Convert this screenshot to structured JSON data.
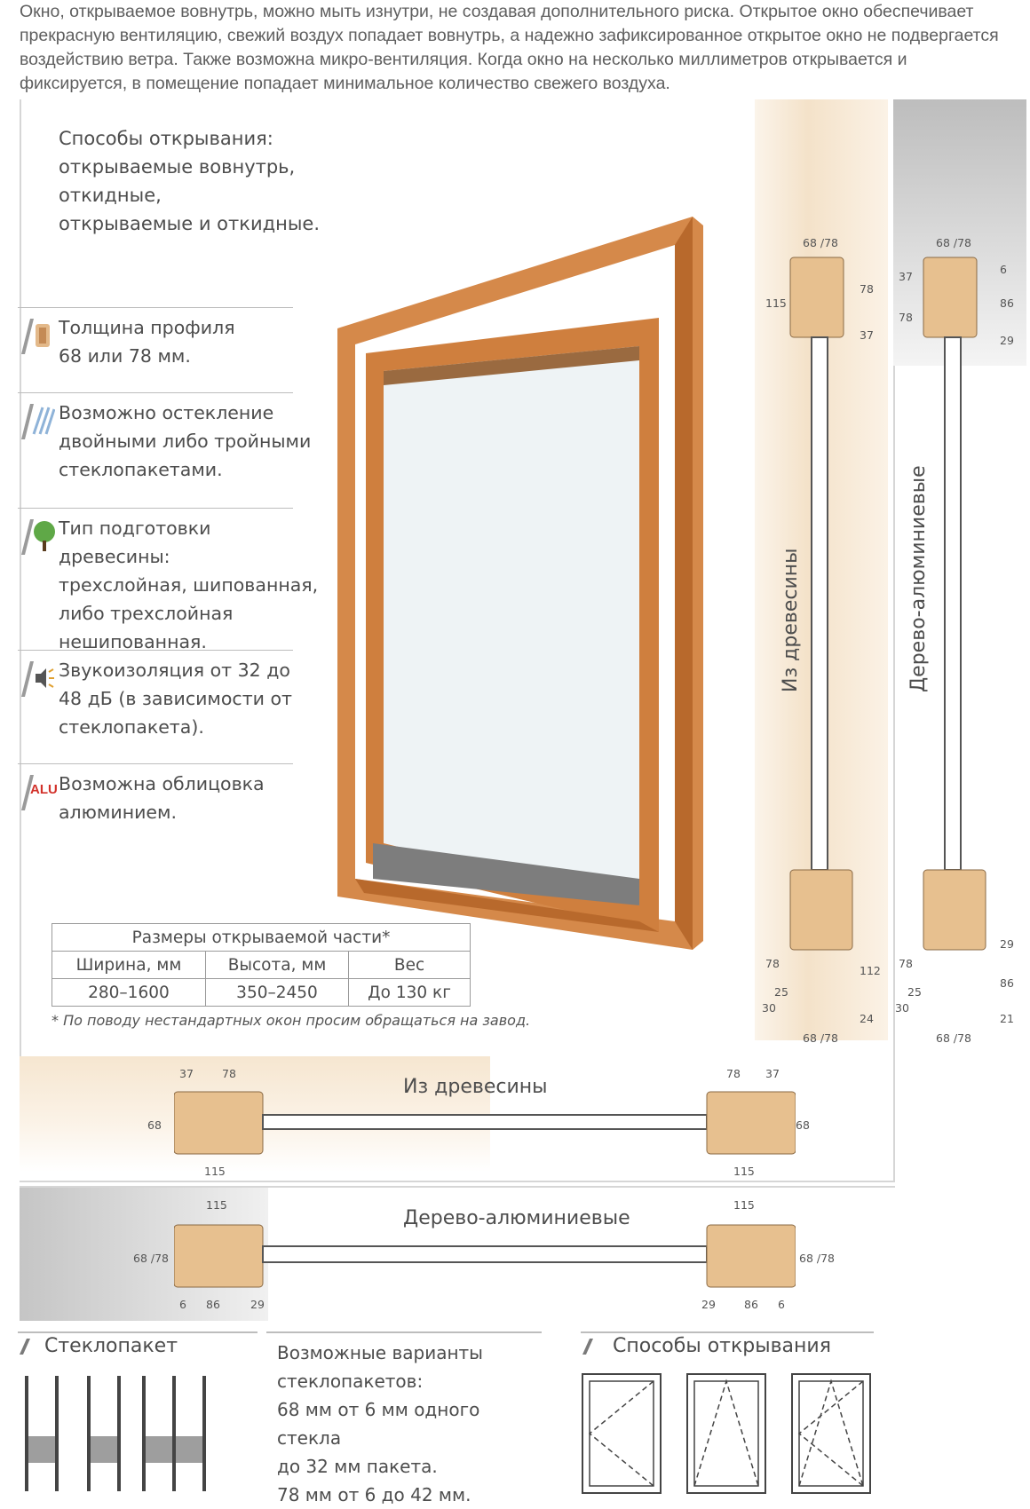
{
  "intro": "Окно, открываемое вовнутрь, можно мыть изнутри, не создавая дополнительного риска. Открытое окно обеспечивает прекрасную вентиляцию, свежий воздух попадает вовнутрь, а надежно зафиксированное открытое окно не подвергается воздействию ветра. Также возможна микро-вентиляция. Когда окно на несколько миллиметров открывается и фиксируется, в помещение попадает минимальное количество свежего воздуха.",
  "opening_heading": [
    "Способы открывания:",
    "открываемые вовнутрь,",
    "откидные,",
    "открываемые и откидные."
  ],
  "features": [
    {
      "icon": "hand-profile-icon",
      "lines": [
        "Толщина профиля",
        "68 или 78 мм."
      ]
    },
    {
      "icon": "glass-panes-icon",
      "lines": [
        "Возможно остекление",
        "двойными либо тройными",
        "стеклопакетами."
      ]
    },
    {
      "icon": "tree-icon",
      "lines": [
        "Тип подготовки древесины:",
        "трехслойная, шипованная,",
        "либо трехслойная",
        "нешипованная."
      ]
    },
    {
      "icon": "speaker-icon",
      "lines": [
        "Звукоизоляция от 32 до",
        "48 дБ (в зависимости от",
        "стеклопакета)."
      ]
    },
    {
      "icon": "alu-badge-icon",
      "badge": "ALU",
      "lines": [
        "Возможна облицовка",
        "алюминием."
      ]
    }
  ],
  "sizes_table": {
    "caption": "Размеры открываемой части*",
    "headers": [
      "Ширина, мм",
      "Высота, мм",
      "Вес"
    ],
    "values": [
      "280–1600",
      "350–2450",
      "До 130 кг"
    ]
  },
  "note": "* По поводу нестандартных окон просим обращаться на завод.",
  "labels": {
    "wood": "Из древесины",
    "wood_alu": "Дерево-алюминиевые"
  },
  "dims": {
    "v_wood_top": [
      "68 /78",
      "115",
      "78",
      "37"
    ],
    "v_wood_bottom": [
      "78",
      "30",
      "25",
      "112",
      "24",
      "68 /78"
    ],
    "v_alu_top": [
      "68 /78",
      "37",
      "78",
      "6",
      "86",
      "29"
    ],
    "v_alu_bottom": [
      "78",
      "30",
      "25",
      "29",
      "86",
      "21",
      "68 /78"
    ],
    "h_wood_left": [
      "37",
      "78",
      "68",
      "115"
    ],
    "h_wood_right": [
      "78",
      "37",
      "68",
      "115"
    ],
    "h_alu_left": [
      "115",
      "68 /78",
      "6",
      "86",
      "29"
    ],
    "h_alu_right": [
      "115",
      "68 /78",
      "29",
      "86",
      "6"
    ]
  },
  "glazing": {
    "heading": "Стеклопакет",
    "variants_lines": [
      "Возможные варианты",
      "стеклопакетов:",
      "68 мм от 6 мм одного стекла",
      "до 32 мм пакета.",
      "78 мм от 6 до 42 мм."
    ]
  },
  "opening_methods_heading": "Способы открывания",
  "colors": {
    "wood": "#d5894a",
    "wood_dark": "#b8692c",
    "profile": "#e7c08f",
    "text": "#4d4d4d"
  }
}
